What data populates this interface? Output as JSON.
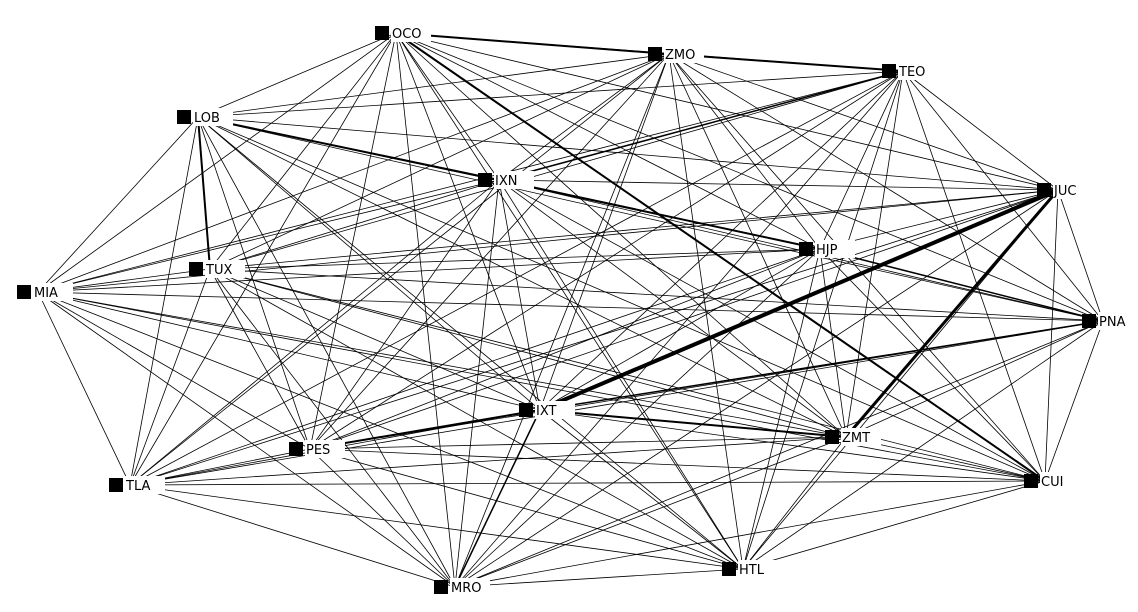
{
  "graph": {
    "type": "network",
    "nodes": [
      "OCO",
      "ZMO",
      "TEO",
      "LOB",
      "IXN",
      "JUC",
      "HJP",
      "TUX",
      "MIA",
      "PNA",
      "IXT",
      "ZMT",
      "PES",
      "TLA",
      "CUI",
      "HTL",
      "MRO"
    ],
    "connectivity": "complete",
    "edge_color": "#000000",
    "node_color": "#000000",
    "heavy_edges": [
      {
        "source": "JUC",
        "target": "IXT",
        "weight": 4
      },
      {
        "source": "JUC",
        "target": "ZMT",
        "weight": 3
      },
      {
        "source": "OCO",
        "target": "CUI",
        "weight": 2
      },
      {
        "source": "OCO",
        "target": "ZMO",
        "weight": 2
      },
      {
        "source": "ZMO",
        "target": "TEO",
        "weight": 2
      },
      {
        "source": "LOB",
        "target": "IXN",
        "weight": 2
      },
      {
        "source": "LOB",
        "target": "TUX",
        "weight": 2
      },
      {
        "source": "IXN",
        "target": "HJP",
        "weight": 2
      },
      {
        "source": "IXT",
        "target": "ZMT",
        "weight": 2
      },
      {
        "source": "PES",
        "target": "IXT",
        "weight": 2
      },
      {
        "source": "TEO",
        "target": "IXN",
        "weight": 1.5
      },
      {
        "source": "HJP",
        "target": "PNA",
        "weight": 1.5
      },
      {
        "source": "IXT",
        "target": "PNA",
        "weight": 1.5
      },
      {
        "source": "MRO",
        "target": "IXT",
        "weight": 1.5
      }
    ]
  }
}
